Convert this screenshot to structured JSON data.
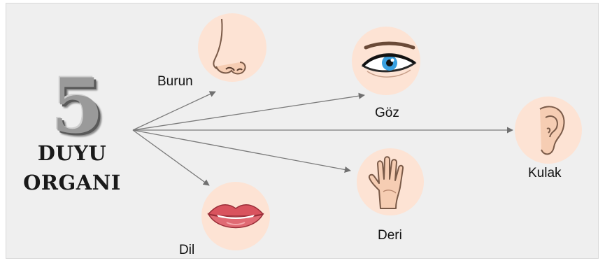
{
  "diagram": {
    "number": "5",
    "title_line1": "DUYU",
    "title_line2": "ORGANI",
    "senses": [
      {
        "id": "burun",
        "label": "Burun",
        "icon": "nose-icon"
      },
      {
        "id": "goz",
        "label": "Göz",
        "icon": "eye-icon"
      },
      {
        "id": "kulak",
        "label": "Kulak",
        "icon": "ear-icon"
      },
      {
        "id": "deri",
        "label": "Deri",
        "icon": "hand-icon"
      },
      {
        "id": "dil",
        "label": "Dil",
        "icon": "lips-icon"
      }
    ],
    "colors": {
      "background": "#efefef",
      "circle": "#fde3d4",
      "arrow": "#7a7a7a",
      "iris": "#3aa0e0",
      "lips": "#d9535e"
    }
  }
}
